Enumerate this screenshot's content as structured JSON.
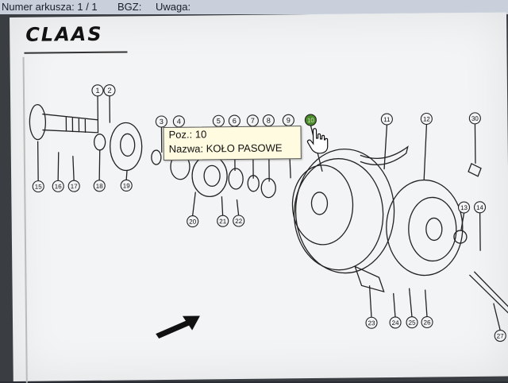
{
  "header": {
    "sheet_label": "Numer arkusza: 1 / 1",
    "bgz_label": "BGZ:",
    "remarks_label": "Uwaga:"
  },
  "logo": {
    "text": "CLAAS"
  },
  "tooltip": {
    "position_line": "Poz.: 10",
    "name_line": "Nazwa: KOŁO PASOWE"
  },
  "callouts": [
    "1",
    "2",
    "3",
    "4",
    "5",
    "6",
    "7",
    "8",
    "9",
    "10",
    "11",
    "12",
    "13",
    "14",
    "15",
    "16",
    "17",
    "18",
    "19",
    "20",
    "21",
    "22",
    "23",
    "24",
    "25",
    "26",
    "27",
    "30"
  ],
  "colors": {
    "highlight": "#4a8a2a",
    "tooltip_bg": "#fffbe0",
    "line": "#222222"
  },
  "icons": {
    "cursor": "hand-pointer-icon",
    "arrow": "direction-arrow-icon"
  }
}
